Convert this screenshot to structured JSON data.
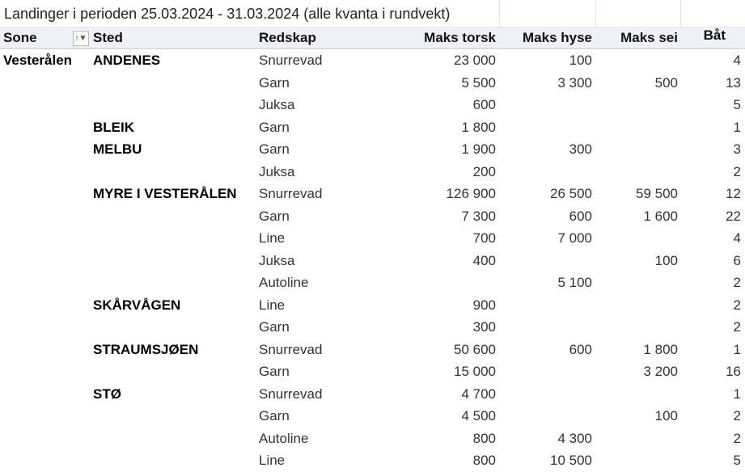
{
  "title": "Landinger i perioden 25.03.2024 - 31.03.2024 (alle kvanta i rundvekt)",
  "headers": {
    "sone": "Sone",
    "sted": "Sted",
    "redskap": "Redskap",
    "torsk": "Maks torsk",
    "hyse": "Maks hyse",
    "sei": "Maks sei",
    "bat": "Båt"
  },
  "rows": [
    {
      "sone": "Vesterålen",
      "sted": "ANDENES",
      "redskap": "Snurrevad",
      "torsk": "23 000",
      "hyse": "100",
      "sei": "",
      "bat": "4"
    },
    {
      "sone": "",
      "sted": "",
      "redskap": "Garn",
      "torsk": "5 500",
      "hyse": "3 300",
      "sei": "500",
      "bat": "13"
    },
    {
      "sone": "",
      "sted": "",
      "redskap": "Juksa",
      "torsk": "600",
      "hyse": "",
      "sei": "",
      "bat": "5"
    },
    {
      "sone": "",
      "sted": "BLEIK",
      "redskap": "Garn",
      "torsk": "1 800",
      "hyse": "",
      "sei": "",
      "bat": "1"
    },
    {
      "sone": "",
      "sted": "MELBU",
      "redskap": "Garn",
      "torsk": "1 900",
      "hyse": "300",
      "sei": "",
      "bat": "3"
    },
    {
      "sone": "",
      "sted": "",
      "redskap": "Juksa",
      "torsk": "200",
      "hyse": "",
      "sei": "",
      "bat": "2"
    },
    {
      "sone": "",
      "sted": "MYRE I VESTERÅLEN",
      "redskap": "Snurrevad",
      "torsk": "126 900",
      "hyse": "26 500",
      "sei": "59 500",
      "bat": "12"
    },
    {
      "sone": "",
      "sted": "",
      "redskap": "Garn",
      "torsk": "7 300",
      "hyse": "600",
      "sei": "1 600",
      "bat": "22"
    },
    {
      "sone": "",
      "sted": "",
      "redskap": "Line",
      "torsk": "700",
      "hyse": "7 000",
      "sei": "",
      "bat": "4"
    },
    {
      "sone": "",
      "sted": "",
      "redskap": "Juksa",
      "torsk": "400",
      "hyse": "",
      "sei": "100",
      "bat": "6"
    },
    {
      "sone": "",
      "sted": "",
      "redskap": "Autoline",
      "torsk": "",
      "hyse": "5 100",
      "sei": "",
      "bat": "2"
    },
    {
      "sone": "",
      "sted": "SKÅRVÅGEN",
      "redskap": "Line",
      "torsk": "900",
      "hyse": "",
      "sei": "",
      "bat": "2"
    },
    {
      "sone": "",
      "sted": "",
      "redskap": "Garn",
      "torsk": "300",
      "hyse": "",
      "sei": "",
      "bat": "2"
    },
    {
      "sone": "",
      "sted": "STRAUMSJØEN",
      "redskap": "Snurrevad",
      "torsk": "50 600",
      "hyse": "600",
      "sei": "1 800",
      "bat": "1"
    },
    {
      "sone": "",
      "sted": "",
      "redskap": "Garn",
      "torsk": "15 000",
      "hyse": "",
      "sei": "3 200",
      "bat": "16"
    },
    {
      "sone": "",
      "sted": "STØ",
      "redskap": "Snurrevad",
      "torsk": "4 700",
      "hyse": "",
      "sei": "",
      "bat": "1"
    },
    {
      "sone": "",
      "sted": "",
      "redskap": "Garn",
      "torsk": "4 500",
      "hyse": "",
      "sei": "100",
      "bat": "2"
    },
    {
      "sone": "",
      "sted": "",
      "redskap": "Autoline",
      "torsk": "800",
      "hyse": "4 300",
      "sei": "",
      "bat": "2"
    },
    {
      "sone": "",
      "sted": "",
      "redskap": "Line",
      "torsk": "800",
      "hyse": "10 500",
      "sei": "",
      "bat": "5"
    }
  ]
}
